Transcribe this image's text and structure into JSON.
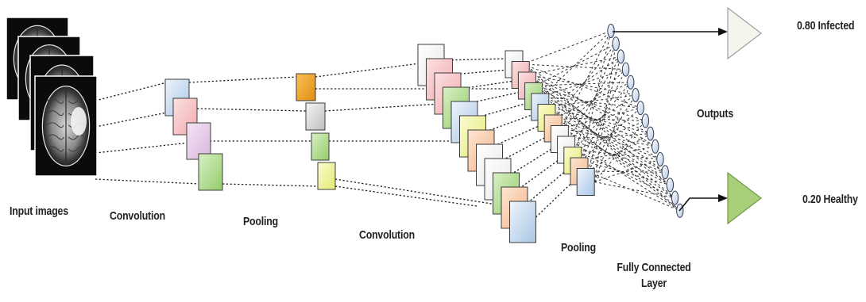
{
  "labels": {
    "input_images": "Input images",
    "convolution_1": "Convolution",
    "pooling_1": "Pooling",
    "convolution_2": "Convolution",
    "pooling_2": "Pooling",
    "fully_connected_line1": "Fully Connected",
    "fully_connected_line2": "Layer",
    "outputs": "Outputs",
    "output_infected": "0.80 Infected",
    "output_healthy": "0.20 Healthy"
  },
  "colors": {
    "output_infected_triangle": "#f4f6ec",
    "output_healthy_triangle": "#a9cf7a",
    "pool1_top": "#f0a21e",
    "conv_palette": [
      "#e7eef8",
      "#f6c7c9",
      "#e9cfea",
      "#b9e09c",
      "#bcd5ec",
      "#f2f59c",
      "#f9d3b6"
    ]
  },
  "icons": {
    "mri_scan": "brain-mri-scan-icon",
    "output_arrow": "triangle-arrow-icon",
    "neuron": "neuron-node-icon"
  }
}
